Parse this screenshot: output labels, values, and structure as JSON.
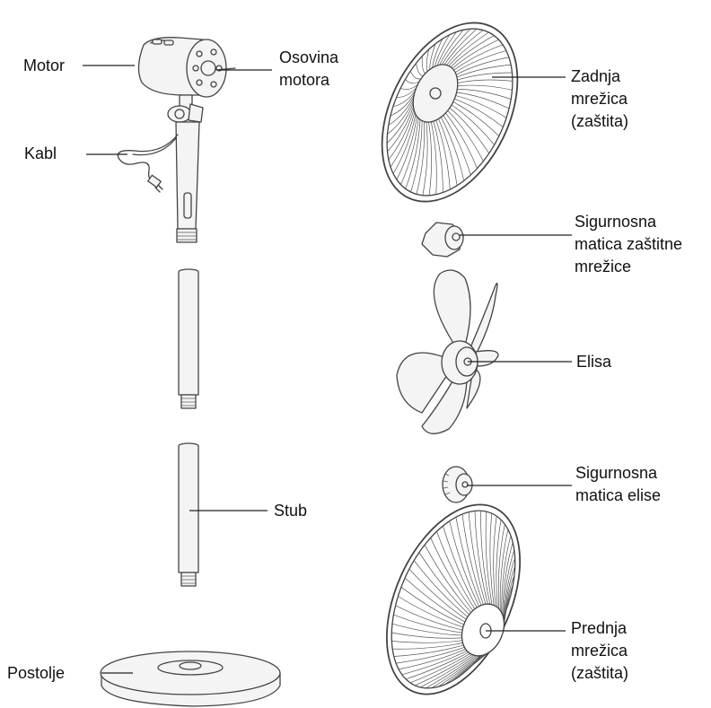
{
  "labels": {
    "motor": "Motor",
    "shaft": [
      "Osovina",
      "motora"
    ],
    "cable": "Kabl",
    "pole": "Stub",
    "base": "Postolje",
    "rear_grille": [
      "Zadnja",
      "mrežica",
      "(zaštita)"
    ],
    "grille_nut": [
      "Sigurnosna",
      "matica zaštitne",
      "mrežice"
    ],
    "blade": "Elisa",
    "blade_nut": [
      "Sigurnosna",
      "matica elise"
    ],
    "front_grille": [
      "Prednja",
      "mrežica",
      "(zaštita)"
    ]
  }
}
